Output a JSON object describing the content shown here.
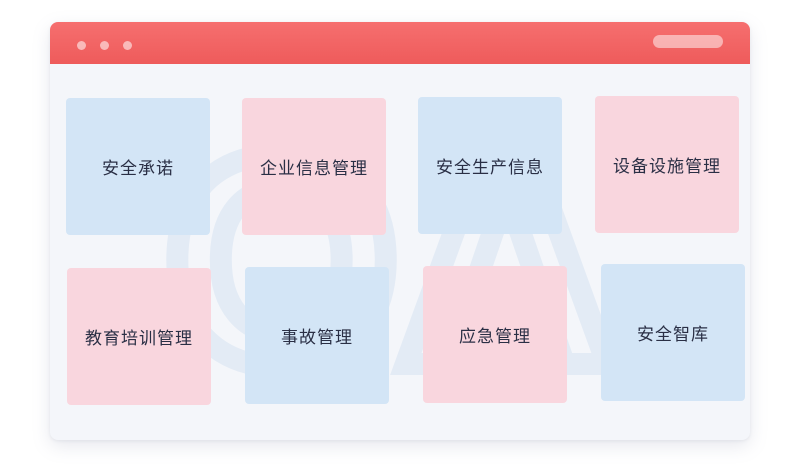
{
  "colors": {
    "titlebar": "#ef5e5e",
    "blue_tile": "#d3e5f6",
    "pink_tile": "#f9d6de",
    "text": "#2a2f45"
  },
  "watermark": {
    "text": "OA"
  },
  "tiles": [
    {
      "label": "安全承诺",
      "color": "blue"
    },
    {
      "label": "企业信息管理",
      "color": "pink"
    },
    {
      "label": "安全生产信息",
      "color": "blue"
    },
    {
      "label": "设备设施管理",
      "color": "pink"
    },
    {
      "label": "教育培训管理",
      "color": "pink"
    },
    {
      "label": "事故管理",
      "color": "blue"
    },
    {
      "label": "应急管理",
      "color": "pink"
    },
    {
      "label": "安全智库",
      "color": "blue"
    }
  ]
}
